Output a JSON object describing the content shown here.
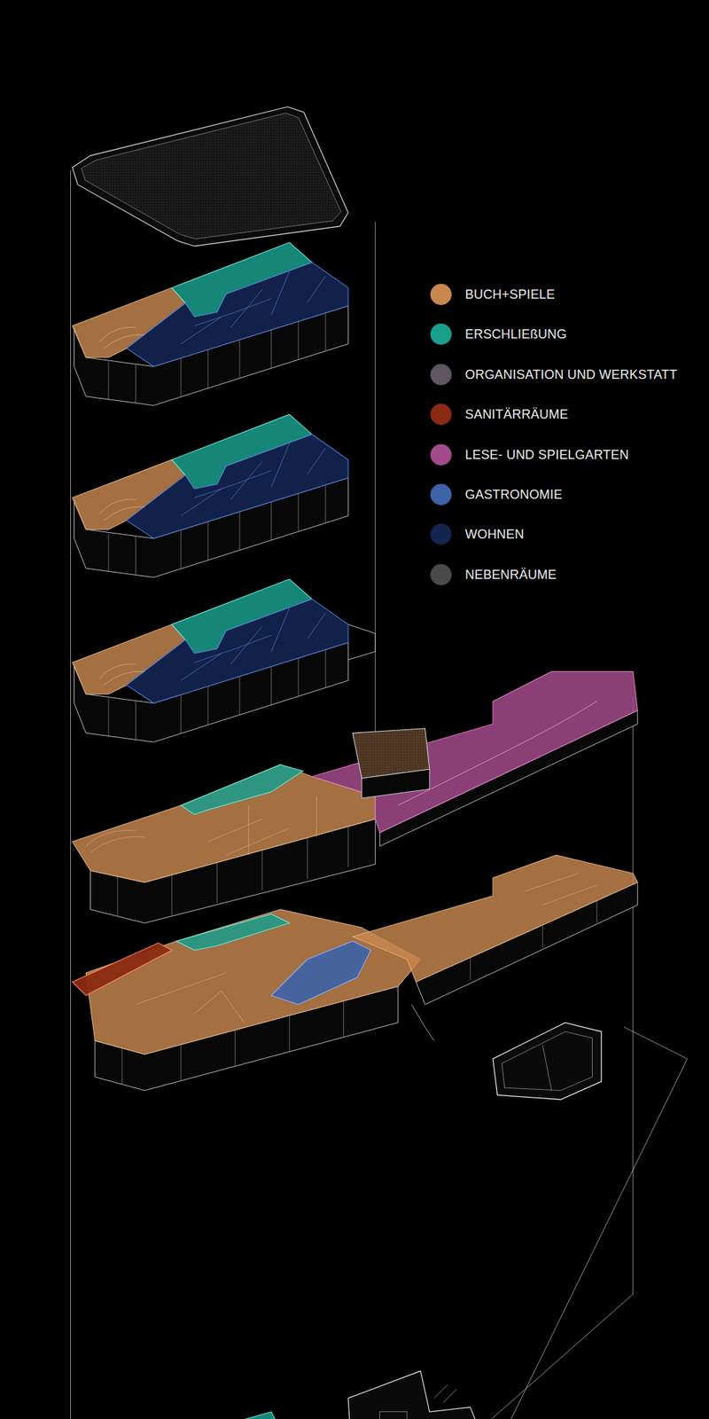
{
  "diagram": {
    "legend": [
      {
        "text": "BUCH+SPIELE",
        "color": "#c8874f"
      },
      {
        "text": "ERSCHLIEßUNG",
        "color": "#1a9e8c"
      },
      {
        "text": "ORGANISATION UND WERKSTATT",
        "color": "#5e5660"
      },
      {
        "text": "SANITÄRRÄUME",
        "color": "#8b2a12"
      },
      {
        "text": "LESE- UND SPIELGARTEN",
        "color": "#a24a8a"
      },
      {
        "text": "GASTRONOMIE",
        "color": "#3d62a8"
      },
      {
        "text": "WOHNEN",
        "color": "#13244f"
      },
      {
        "text": "NEBENRÄUME",
        "color": "#4a4a4a"
      }
    ]
  }
}
